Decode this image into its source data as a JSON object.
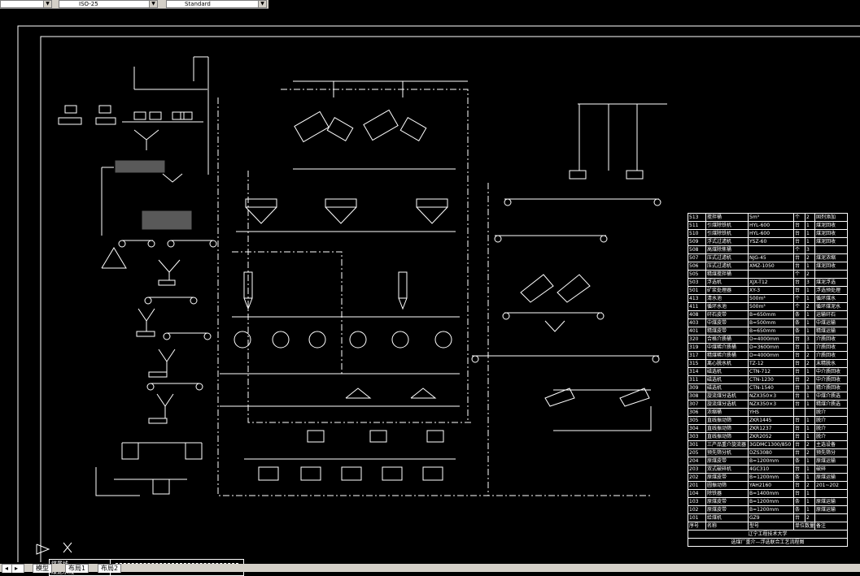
{
  "toolbar": {
    "select1": "",
    "select2": "ISO-25",
    "select3": "Standard"
  },
  "layout_tabs": [
    "模型",
    "布局1",
    "布局2"
  ],
  "legend": [
    {
      "label": "煤尾线"
    },
    {
      "label": "煤泥水线"
    }
  ],
  "bom_header": [
    "序号",
    "名称",
    "型号",
    "单位数量",
    "",
    "备注"
  ],
  "bom_rows": [
    [
      "513",
      "搅拌桶",
      "5m³",
      "个",
      "2",
      "固剂添加"
    ],
    [
      "511",
      "引煤除铁机",
      "HYL-600",
      "台",
      "1",
      "煤泥回收"
    ],
    [
      "510",
      "引煤除铁机",
      "HYL-600",
      "台",
      "1",
      "煤泥回收"
    ],
    [
      "509",
      "浮式过滤机",
      "YSZ-60",
      "台",
      "1",
      "煤泥回收"
    ],
    [
      "508",
      "高煤除焦桶",
      "",
      "个",
      "3",
      ""
    ],
    [
      "507",
      "压式过滤机",
      "NJG-45",
      "台",
      "2",
      "煤泥浓缩"
    ],
    [
      "506",
      "压式过滤机",
      "XMZ-1050",
      "台",
      "1",
      "煤泥回收"
    ],
    [
      "505",
      "精煤搅拌桶",
      "",
      "个",
      "2",
      ""
    ],
    [
      "503",
      "浮选机",
      "XJX-T12",
      "台",
      "3",
      "煤泥浮选"
    ],
    [
      "501",
      "矿浆处理器",
      "XY-3",
      "台",
      "1",
      "浮选预处理"
    ],
    [
      "413",
      "清水池",
      "500m³",
      "个",
      "1",
      "循环煤水"
    ],
    [
      "411",
      "循环水池",
      "500m³",
      "个",
      "2",
      "循环煤泥水"
    ],
    [
      "408",
      "矸石皮带",
      "B=650mm",
      "条",
      "1",
      "运输矸石"
    ],
    [
      "403",
      "中煤皮带",
      "B=500mm",
      "条",
      "1",
      "中煤运输"
    ],
    [
      "401",
      "精煤皮带",
      "B=650mm",
      "条",
      "1",
      "精煤运输"
    ],
    [
      "320",
      "合格介质桶",
      "D=4000mm",
      "台",
      "3",
      "介质回收"
    ],
    [
      "319",
      "中煤稀介质桶",
      "D=3600mm",
      "台",
      "1",
      "介质回收"
    ],
    [
      "317",
      "精煤稀介质桶",
      "D=4000mm",
      "台",
      "2",
      "介质回收"
    ],
    [
      "315",
      "离心脱水机",
      "TZ-12",
      "台",
      "2",
      "末精脱水"
    ],
    [
      "314",
      "磁选机",
      "CTN-712",
      "台",
      "1",
      "中介质回收"
    ],
    [
      "311",
      "磁选机",
      "CTN-1230",
      "台",
      "2",
      "中介质回收"
    ],
    [
      "309",
      "磁选机",
      "CTN-1540",
      "台",
      "3",
      "精介质回收"
    ],
    [
      "308",
      "旋流煤分选机",
      "NZX350×3",
      "台",
      "1",
      "中煤介质选"
    ],
    [
      "307",
      "旋流煤分选机",
      "NZX350×3",
      "台",
      "1",
      "精煤介质选"
    ],
    [
      "306",
      "浓缩桶",
      "YHS",
      "",
      "",
      "脱介"
    ],
    [
      "305",
      "直线振动筛",
      "ZKR1445",
      "台",
      "1",
      "脱介"
    ],
    [
      "304",
      "直线振动筛",
      "ZKR1237",
      "台",
      "1",
      "脱介"
    ],
    [
      "303",
      "直线振动筛",
      "ZKR2052",
      "台",
      "1",
      "脱介"
    ],
    [
      "301",
      "三产品重介旋流器",
      "3GDMC1300/850",
      "台",
      "2",
      "主选设备"
    ],
    [
      "205",
      "预先筛分机",
      "DZS3080",
      "台",
      "2",
      "预先筛分"
    ],
    [
      "204",
      "原煤皮带",
      "B=1200mm",
      "条",
      "1",
      "原煤运输"
    ],
    [
      "203",
      "双式破碎机",
      "4GC310",
      "台",
      "1",
      "破碎"
    ],
    [
      "202",
      "原煤皮带",
      "B=1200mm",
      "条",
      "1",
      "原煤运输"
    ],
    [
      "201",
      "圆振动筛",
      "YAH2160",
      "台",
      "2",
      "201~202"
    ],
    [
      "104",
      "除铁器",
      "B=1400mm",
      "台",
      "1",
      ""
    ],
    [
      "103",
      "原煤皮带",
      "B=1200mm",
      "条",
      "1",
      "原煤运输"
    ],
    [
      "102",
      "原煤皮带",
      "B=1200mm",
      "条",
      "1",
      "原煤运输"
    ],
    [
      "101",
      "给煤机",
      "GZ9",
      "台",
      "2",
      ""
    ]
  ],
  "title_block": [
    "辽宁工程技术大学",
    "选煤厂重介—浮选联合工艺流程图"
  ]
}
